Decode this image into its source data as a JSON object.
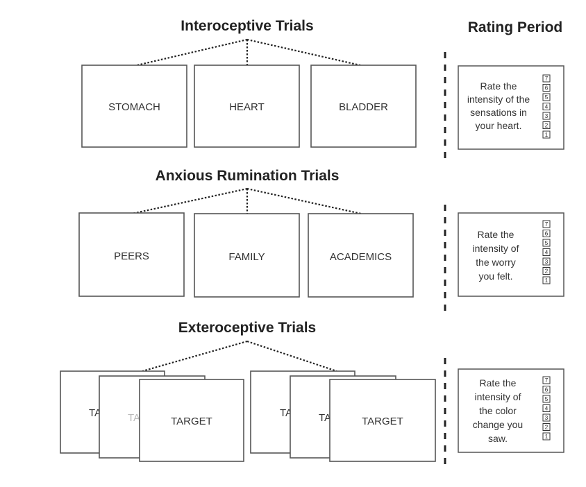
{
  "rating_header": "Rating Period",
  "sections": [
    {
      "title": "Interoceptive Trials",
      "boxes": [
        "STOMACH",
        "HEART",
        "BLADDER"
      ],
      "rating_lines": [
        "Rate the",
        "intensity of the",
        "sensations in",
        "your heart."
      ]
    },
    {
      "title": "Anxious Rumination Trials",
      "boxes": [
        "PEERS",
        "FAMILY",
        "ACADEMICS"
      ],
      "rating_lines": [
        "Rate the",
        "intensity of",
        "the worry",
        "you felt."
      ]
    },
    {
      "title": "Exteroceptive Trials",
      "stack_labels": [
        "TA",
        "TA",
        "TARGET"
      ],
      "target_label": "TARGET",
      "rating_lines": [
        "Rate the",
        "intensity of",
        "the color",
        "change you",
        "saw."
      ]
    }
  ],
  "scale": [
    "7",
    "6",
    "5",
    "4",
    "3",
    "2",
    "1"
  ]
}
